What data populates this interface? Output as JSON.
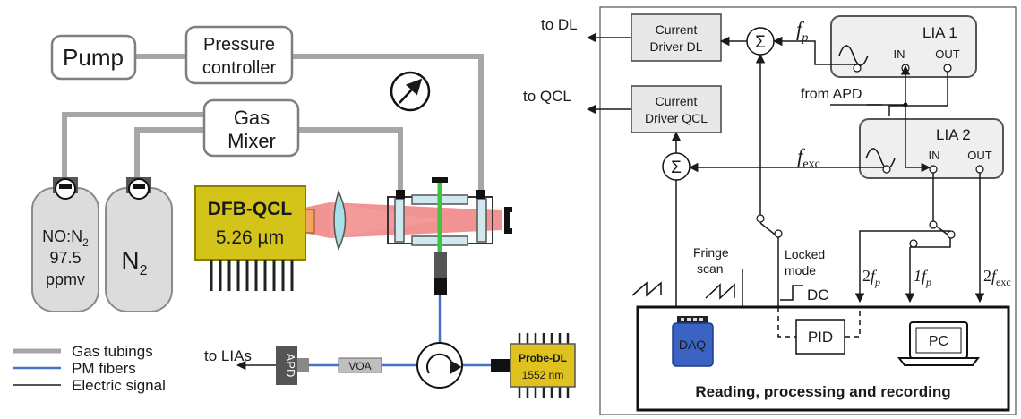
{
  "left": {
    "pump": "Pump",
    "pressure_controller": [
      "Pressure",
      "controller"
    ],
    "gas_mixer": [
      "Gas",
      "Mixer"
    ],
    "cylinder_no": [
      "NO:N",
      "2",
      "97.5",
      "ppmv"
    ],
    "cylinder_n2": [
      "N",
      "2"
    ],
    "qcl": [
      "DFB-QCL",
      "5.26 µm"
    ],
    "probe_dl": [
      "Probe-DL",
      "1552 nm"
    ],
    "apd": "APD",
    "voa": "VOA",
    "to_lias": "to LIAs",
    "legend": [
      "Gas tubings",
      "PM fibers",
      "Electric signal"
    ]
  },
  "right": {
    "to_dl": "to DL",
    "to_qcl": "to QCL",
    "current_driver_dl": [
      "Current",
      "Driver DL"
    ],
    "current_driver_qcl": [
      "Current",
      "Driver QCL"
    ],
    "sum": "Σ",
    "f_p": "f",
    "f_p_sub": "p",
    "f_exc": "f",
    "f_exc_sub": "exc",
    "lia1": "LIA 1",
    "lia2": "LIA 2",
    "in": "IN",
    "out": "OUT",
    "from_apd": "from APD",
    "fringe_scan": [
      "Fringe",
      "scan"
    ],
    "locked_mode": [
      "Locked",
      "mode"
    ],
    "dc": "DC",
    "label_2fp": [
      "2",
      "f",
      "p"
    ],
    "label_1fp": [
      "1",
      "f",
      "p"
    ],
    "label_2fexc": [
      "2",
      "f",
      "exc"
    ],
    "daq": "DAQ",
    "pid": "PID",
    "pc": "PC",
    "bottom_title": "Reading, processing and recording"
  },
  "colors": {
    "tube": "#a6a6a6",
    "fiber": "#4472c4",
    "qcl": "#d4c41a",
    "probe": "#e0c21f",
    "beam": "#f08080",
    "green": "#3ec43e",
    "lia_fill": "#efefef",
    "driver_fill": "#e8e8e8",
    "daq": "#3a63c4"
  }
}
